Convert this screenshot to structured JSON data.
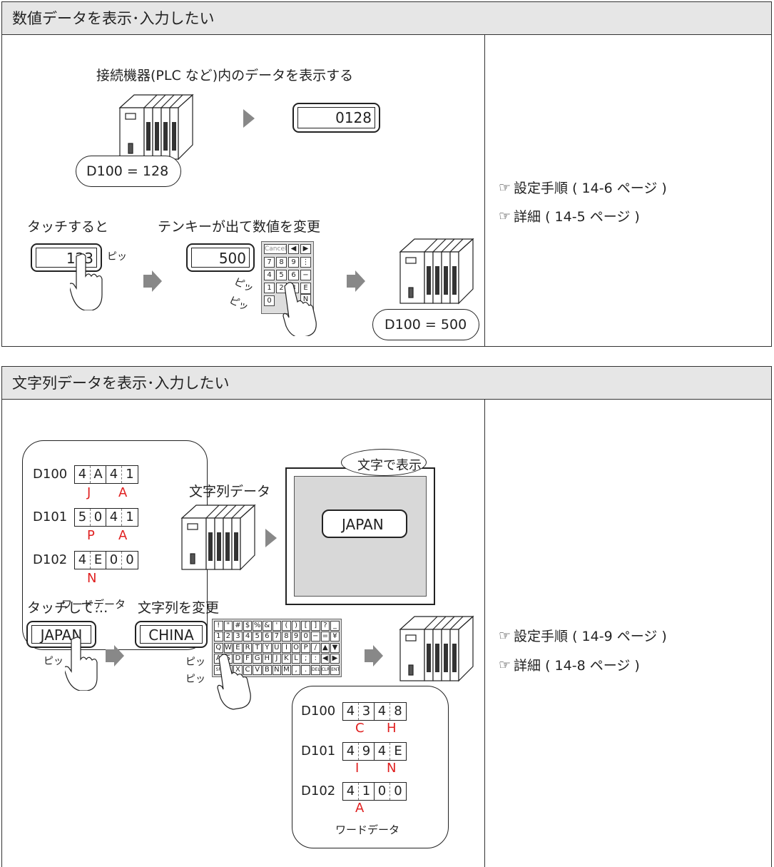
{
  "section1": {
    "title": "数値データを表示･入力したい",
    "caption": "接続機器(PLC など)内のデータを表示する",
    "display_value": "0128",
    "plc_bubble": "D100 = 128",
    "touch_label": "タッチすると",
    "numpad_label": "テンキーが出て数値を変更",
    "input_value": "123",
    "pi1": "ピッ",
    "new_value": "500",
    "pi2": "ピッ",
    "pi3": "ピッ",
    "plc_bubble2": "D100 = 500",
    "numpad_keys": [
      "Cancel",
      "◀",
      "▶",
      "7",
      "8",
      "9",
      "⋮",
      "4",
      "5",
      "6",
      "−",
      "1",
      "2",
      "3",
      "E",
      "N",
      "0"
    ],
    "links": [
      {
        "text": "設定手順 ( 14-6 ページ )"
      },
      {
        "text": "詳細 ( 14-5 ページ )"
      }
    ]
  },
  "section2": {
    "title": "文字列データを表示･入力したい",
    "word_rows": [
      {
        "label": "D100",
        "cells": [
          "4",
          "A",
          "4",
          "1"
        ],
        "chars": [
          "J",
          "A"
        ]
      },
      {
        "label": "D101",
        "cells": [
          "5",
          "0",
          "4",
          "1"
        ],
        "chars": [
          "P",
          "A"
        ]
      },
      {
        "label": "D102",
        "cells": [
          "4",
          "E",
          "0",
          "0"
        ],
        "chars": [
          "N",
          ""
        ]
      }
    ],
    "word_caption": "ワードデータ",
    "string_data_label": "文字列データ",
    "display_callout": "文字で表示",
    "display_text": "JAPAN",
    "touch_label": "タッチして…",
    "change_label": "文字列を変更",
    "input_text": "JAPAN",
    "new_text": "CHINA",
    "pi1": "ピッ",
    "pi2": "ピッ",
    "pi3": "ピッ",
    "word_rows2": [
      {
        "label": "D100",
        "cells": [
          "4",
          "3",
          "4",
          "8"
        ],
        "chars": [
          "C",
          "H"
        ]
      },
      {
        "label": "D101",
        "cells": [
          "4",
          "9",
          "4",
          "E"
        ],
        "chars": [
          "I",
          "N"
        ]
      },
      {
        "label": "D102",
        "cells": [
          "4",
          "1",
          "0",
          "0"
        ],
        "chars": [
          "A",
          ""
        ]
      }
    ],
    "word_caption2": "ワードデータ",
    "keyboard_rows": [
      [
        "!",
        "\"",
        "#",
        "$",
        "%",
        "&",
        "'",
        "(",
        ")",
        "[",
        "]",
        "?",
        "_"
      ],
      [
        "1",
        "2",
        "3",
        "4",
        "5",
        "6",
        "7",
        "8",
        "9",
        "0",
        "−",
        "=",
        "¥"
      ],
      [
        "Q",
        "W",
        "E",
        "R",
        "T",
        "Y",
        "U",
        "I",
        "O",
        "P",
        "/",
        "▲",
        "▼"
      ],
      [
        "A",
        "S",
        "D",
        "F",
        "G",
        "H",
        "J",
        "K",
        "L",
        ";",
        ":",
        "◀",
        "▶"
      ],
      [
        "SP",
        "Z",
        "X",
        "C",
        "V",
        "B",
        "N",
        "M",
        ",",
        ".",
        "DEL",
        "CLR",
        "ENT"
      ]
    ],
    "links": [
      {
        "text": "設定手順 ( 14-9 ページ )"
      },
      {
        "text": "詳細 ( 14-8 ページ )"
      }
    ]
  }
}
